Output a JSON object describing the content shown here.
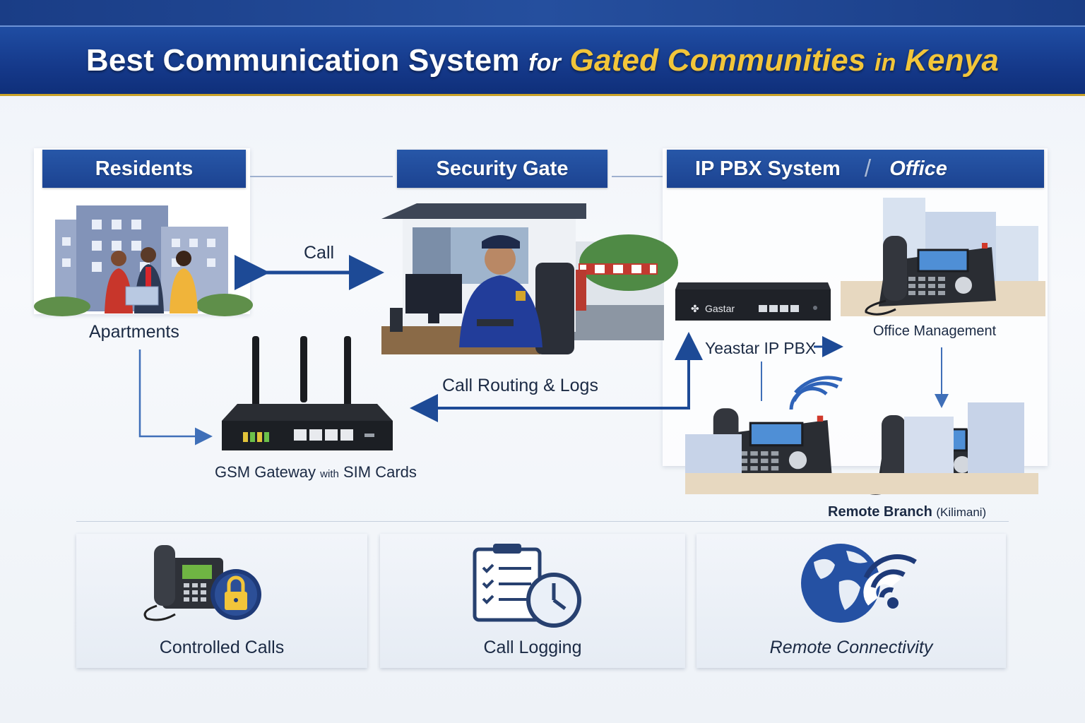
{
  "title": {
    "part1": "Best Communication System",
    "part2": "for",
    "part3": "Gated Communities",
    "part4": "in",
    "part5": "Kenya"
  },
  "panels": {
    "residents": {
      "header": "Residents",
      "caption": "Apartments"
    },
    "security": {
      "header": "Security Gate"
    },
    "pbx": {
      "header": "IP PBX System",
      "header2": "Office"
    }
  },
  "arrows": {
    "call_label": "Call",
    "routing_label": "Call Routing & Logs",
    "yeastar_label": "Yeastar IP PBX"
  },
  "devices": {
    "gateway_caption_1": "GSM Gateway",
    "gateway_caption_2": "with",
    "gateway_caption_3": "SIM Cards",
    "pbx_brand": "Gastar",
    "office_label": "Office Management",
    "remote_label": "Remote Branch",
    "remote_sub": "(Kilimani)"
  },
  "features": [
    {
      "label": "Controlled Calls",
      "icon": "phone-lock-icon"
    },
    {
      "label": "Call Logging",
      "icon": "clipboard-clock-icon"
    },
    {
      "label": "Remote Connectivity",
      "icon": "globe-wifi-icon"
    }
  ],
  "colors": {
    "primary_blue": "#1c4391",
    "gold": "#f2c53a",
    "arrow_blue": "#1d4a96"
  }
}
